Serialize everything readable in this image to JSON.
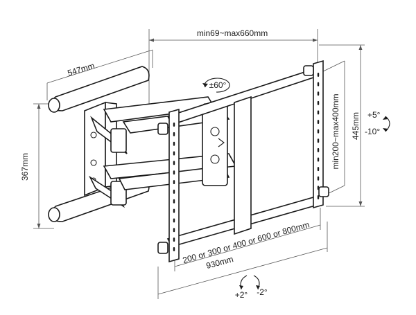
{
  "labels": {
    "width_range": "min69~max660mm",
    "depth": "547mm",
    "height_left": "367mm",
    "vesa_range": "min200~max400mm",
    "height_right": "445mm",
    "swivel": "±60°",
    "tilt_up": "+5°",
    "tilt_down": "-10°",
    "vesa_options": "200 or 300 or 400 or 600 or 800mm",
    "overall_width": "930mm",
    "level_plus": "+2°",
    "level_minus": "-2°"
  }
}
